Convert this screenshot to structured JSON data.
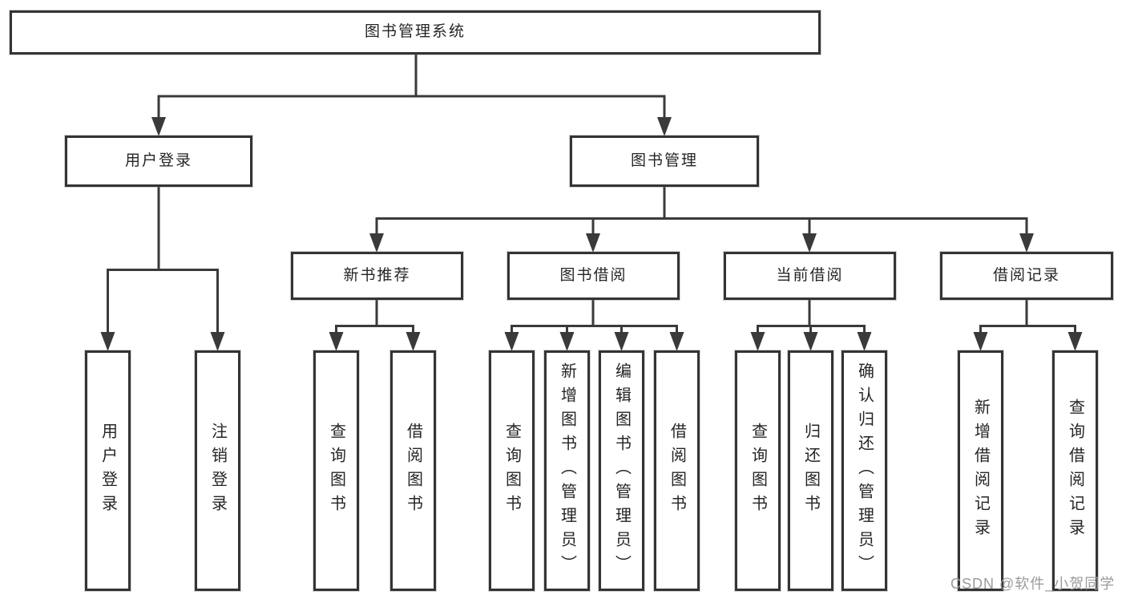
{
  "diagram": {
    "root": {
      "label": "图书管理系统"
    },
    "level2": [
      {
        "label": "用户登录"
      },
      {
        "label": "图书管理"
      }
    ],
    "level3": [
      {
        "label": "新书推荐"
      },
      {
        "label": "图书借阅"
      },
      {
        "label": "当前借阅"
      },
      {
        "label": "借阅记录"
      }
    ],
    "leaves": {
      "user_login": [
        {
          "label": "用户登录"
        },
        {
          "label": "注销登录"
        }
      ],
      "new_book_recommend": [
        {
          "label": "查询图书"
        },
        {
          "label": "借阅图书"
        }
      ],
      "book_borrow": [
        {
          "label": "查询图书"
        },
        {
          "label": "新增图书（管理员）"
        },
        {
          "label": "编辑图书（管理员）"
        },
        {
          "label": "借阅图书"
        }
      ],
      "current_borrow": [
        {
          "label": "查询图书"
        },
        {
          "label": "归还图书"
        },
        {
          "label": "确认归还（管理员）"
        }
      ],
      "borrow_records": [
        {
          "label": "新增借阅记录"
        },
        {
          "label": "查询借阅记录"
        }
      ]
    }
  },
  "watermark": {
    "text": "CSDN @软件_小贺同学"
  },
  "colors": {
    "line": "#3a3a3a",
    "box_border": "#343434",
    "text": "#252525",
    "watermark": "#9b9b9b",
    "background": "#ffffff"
  }
}
